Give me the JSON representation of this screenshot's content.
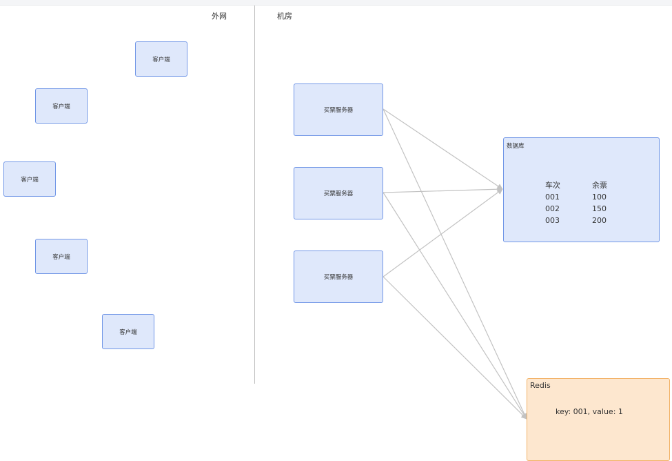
{
  "zones": {
    "outside": "外网",
    "datacenter": "机房"
  },
  "clients": [
    "客户端",
    "客户端",
    "客户端",
    "客户端",
    "客户端"
  ],
  "servers": [
    "买票服务器",
    "买票服务器",
    "买票服务器"
  ],
  "database": {
    "title": "数据库",
    "columns": [
      "车次",
      "余票"
    ],
    "rows": [
      [
        "001",
        "100"
      ],
      [
        "002",
        "150"
      ],
      [
        "003",
        "200"
      ]
    ]
  },
  "redis": {
    "title": "Redis",
    "entry": "key: 001, value: 1"
  },
  "colors": {
    "node_fill": "#dfe8fb",
    "node_border": "#6f95e6",
    "redis_fill": "#fde7cf",
    "redis_border": "#f2b164",
    "edge": "#c2c2c2"
  }
}
